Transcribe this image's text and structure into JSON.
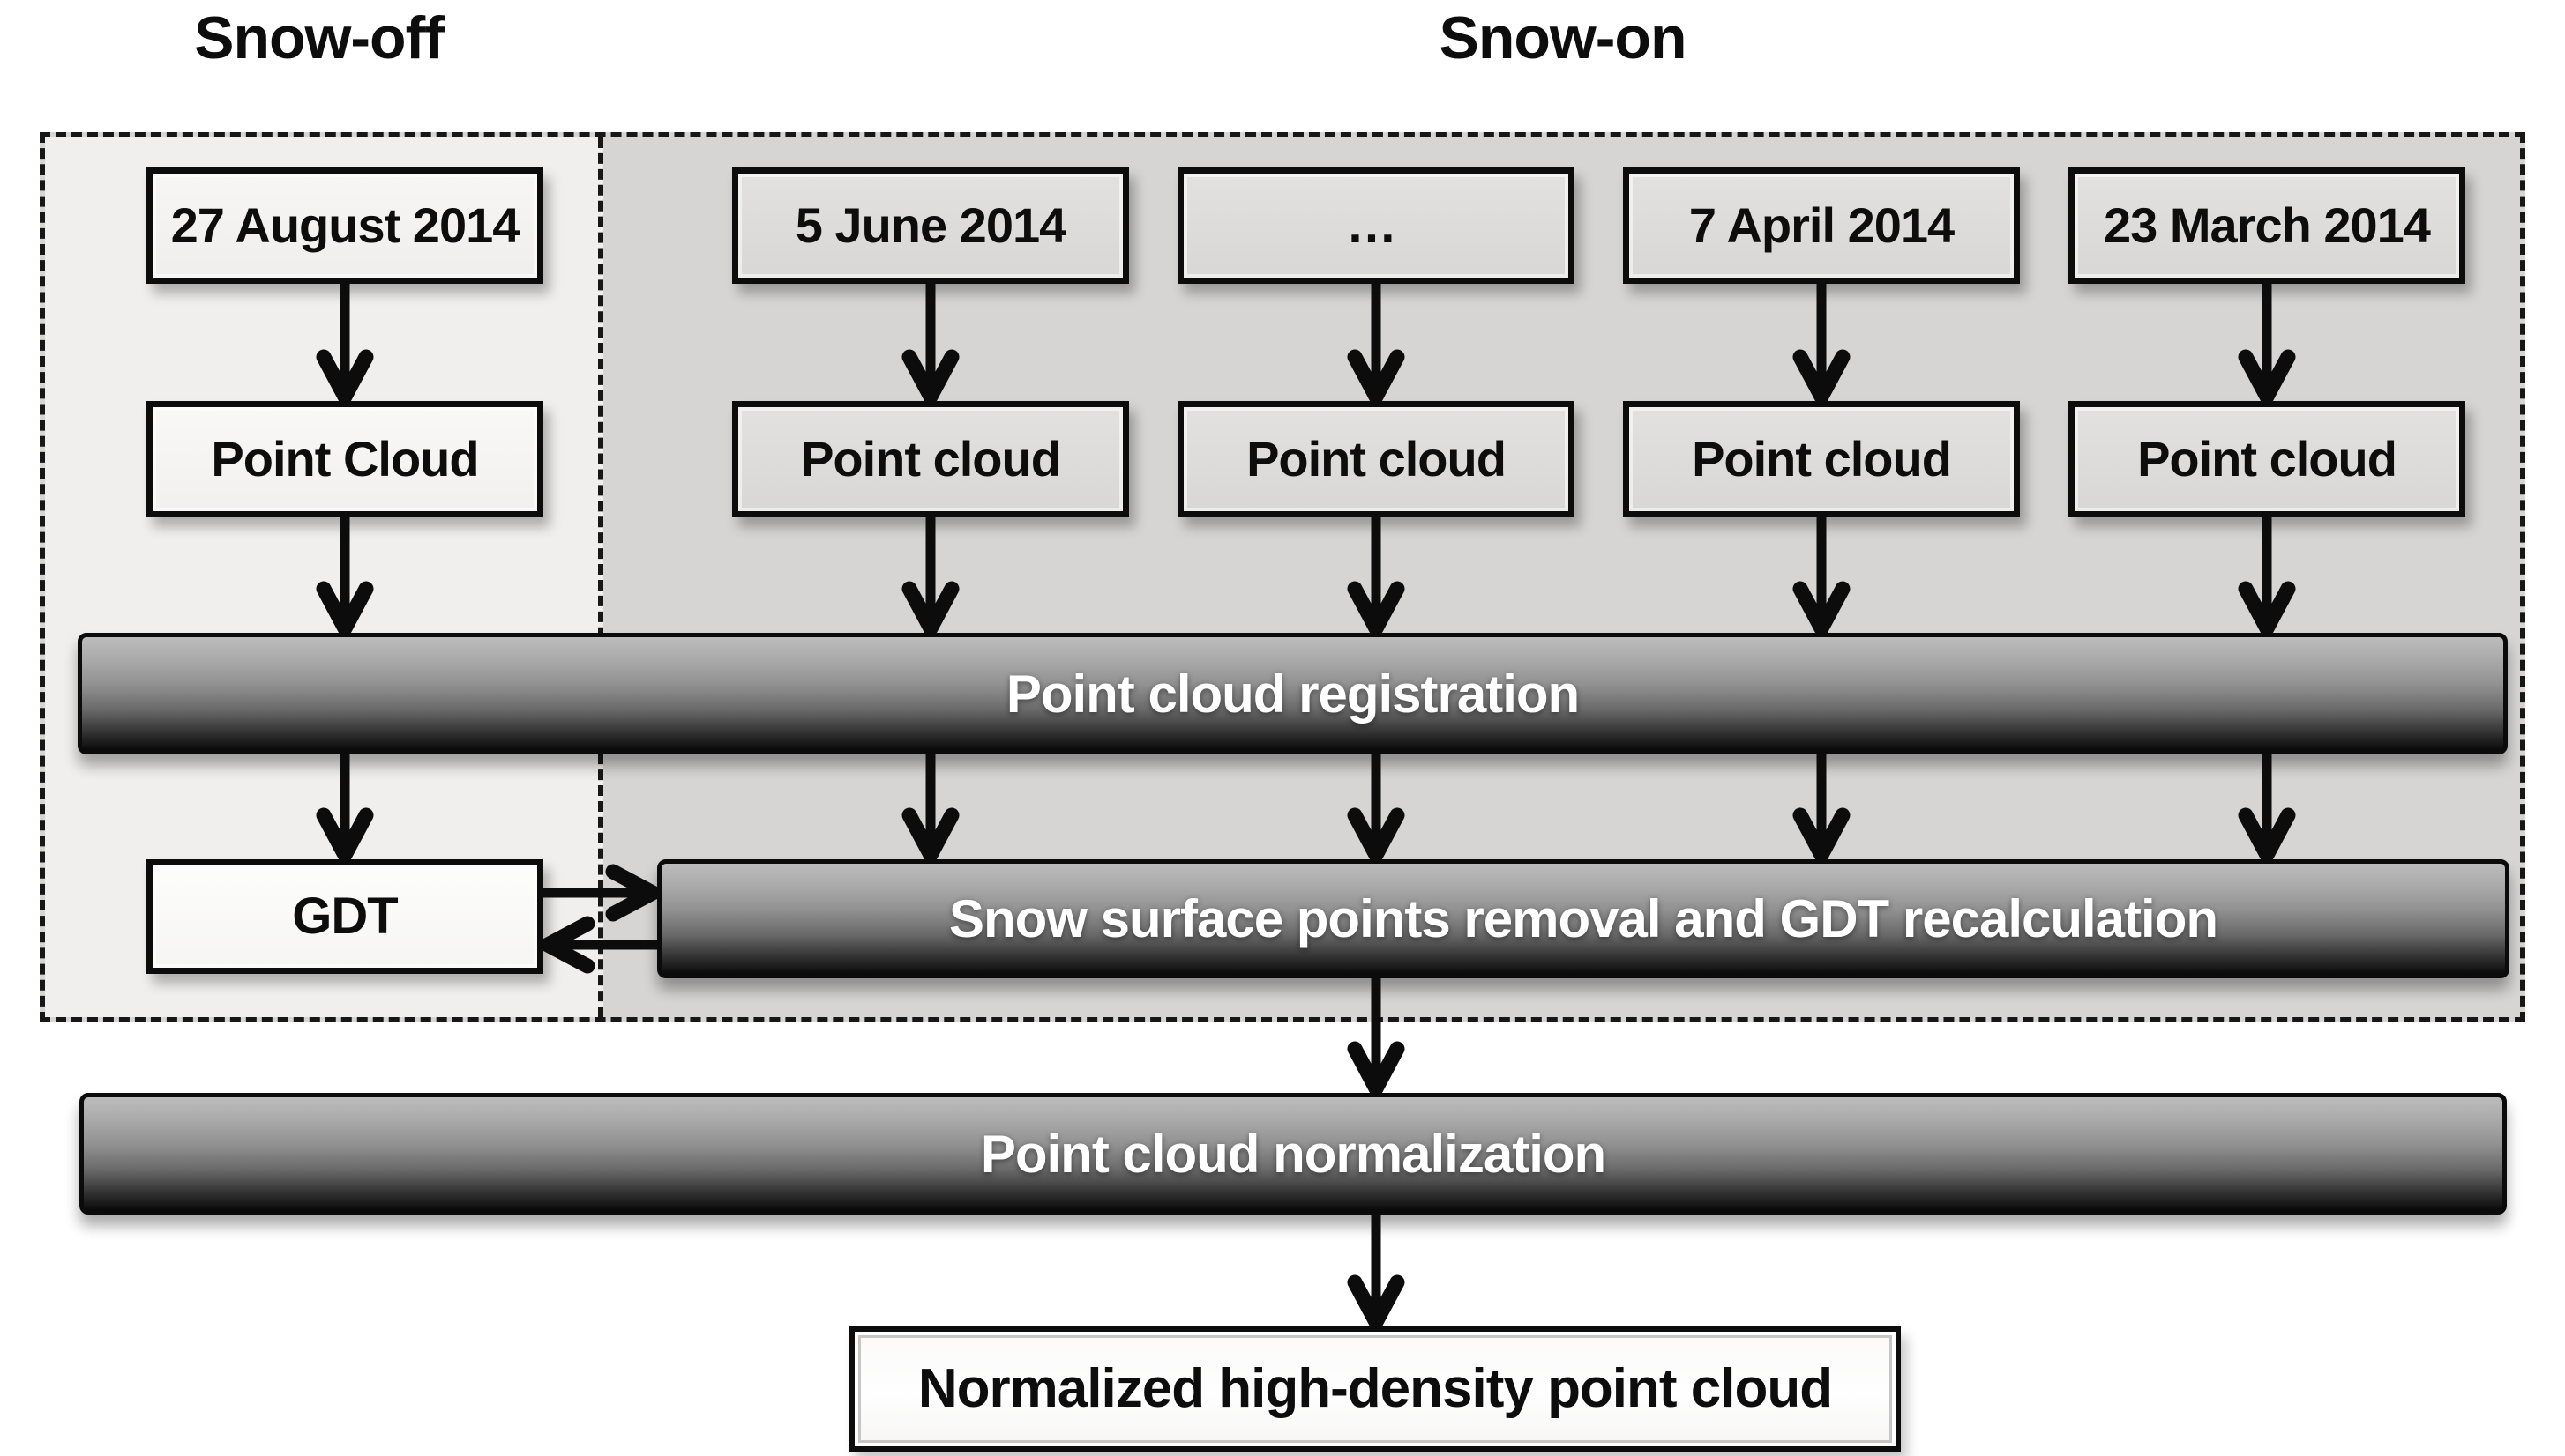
{
  "sections": {
    "snow_off_title": "Snow-off",
    "snow_on_title": "Snow-on"
  },
  "columns": [
    {
      "date": "27 August 2014",
      "cloud": "Point Cloud",
      "section": "snow-off"
    },
    {
      "date": "5 June 2014",
      "cloud": "Point cloud",
      "section": "snow-on"
    },
    {
      "date": "…",
      "cloud": "Point cloud",
      "section": "snow-on"
    },
    {
      "date": "7 April 2014",
      "cloud": "Point cloud",
      "section": "snow-on"
    },
    {
      "date": "23 March 2014",
      "cloud": "Point cloud",
      "section": "snow-on"
    }
  ],
  "process": {
    "registration": "Point cloud registration",
    "snow_removal": "Snow surface points removal and GDT recalculation",
    "normalization": "Point cloud normalization"
  },
  "gdt": "GDT",
  "output": "Normalized high-density point cloud",
  "colors": {
    "page_background": "#ffffff",
    "snow_off_panel": "#f0efee",
    "snow_on_panel": "#d6d5d4",
    "dashed_border": "#171717",
    "box_border": "#0c0c0c",
    "bar_gradient_top": "#bcbcbc",
    "bar_gradient_bottom": "#0a0a0a",
    "bar_text": "#ffffff",
    "box_text": "#0d0d0d"
  }
}
